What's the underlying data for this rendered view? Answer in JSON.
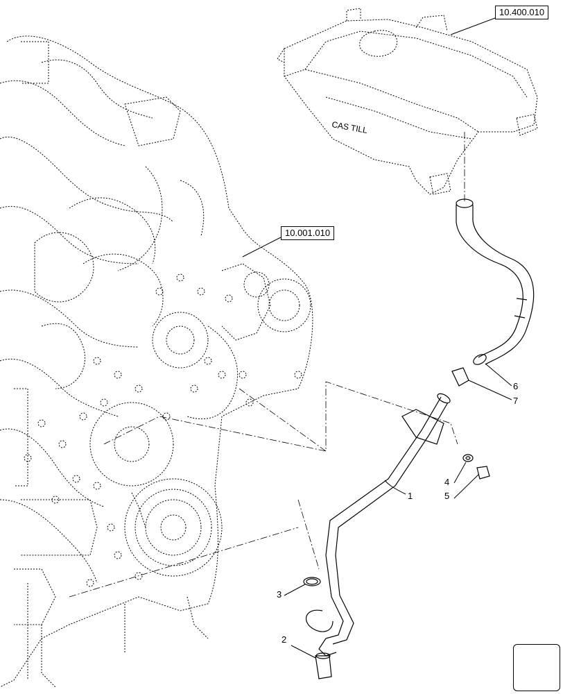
{
  "references": {
    "tank_ref": "10.400.010",
    "engine_ref": "10.001.010"
  },
  "callouts": [
    "1",
    "2",
    "3",
    "4",
    "5",
    "6",
    "7"
  ],
  "tank_text": "CAS TILL",
  "nav": {
    "icon": "arrow-left-icon"
  }
}
